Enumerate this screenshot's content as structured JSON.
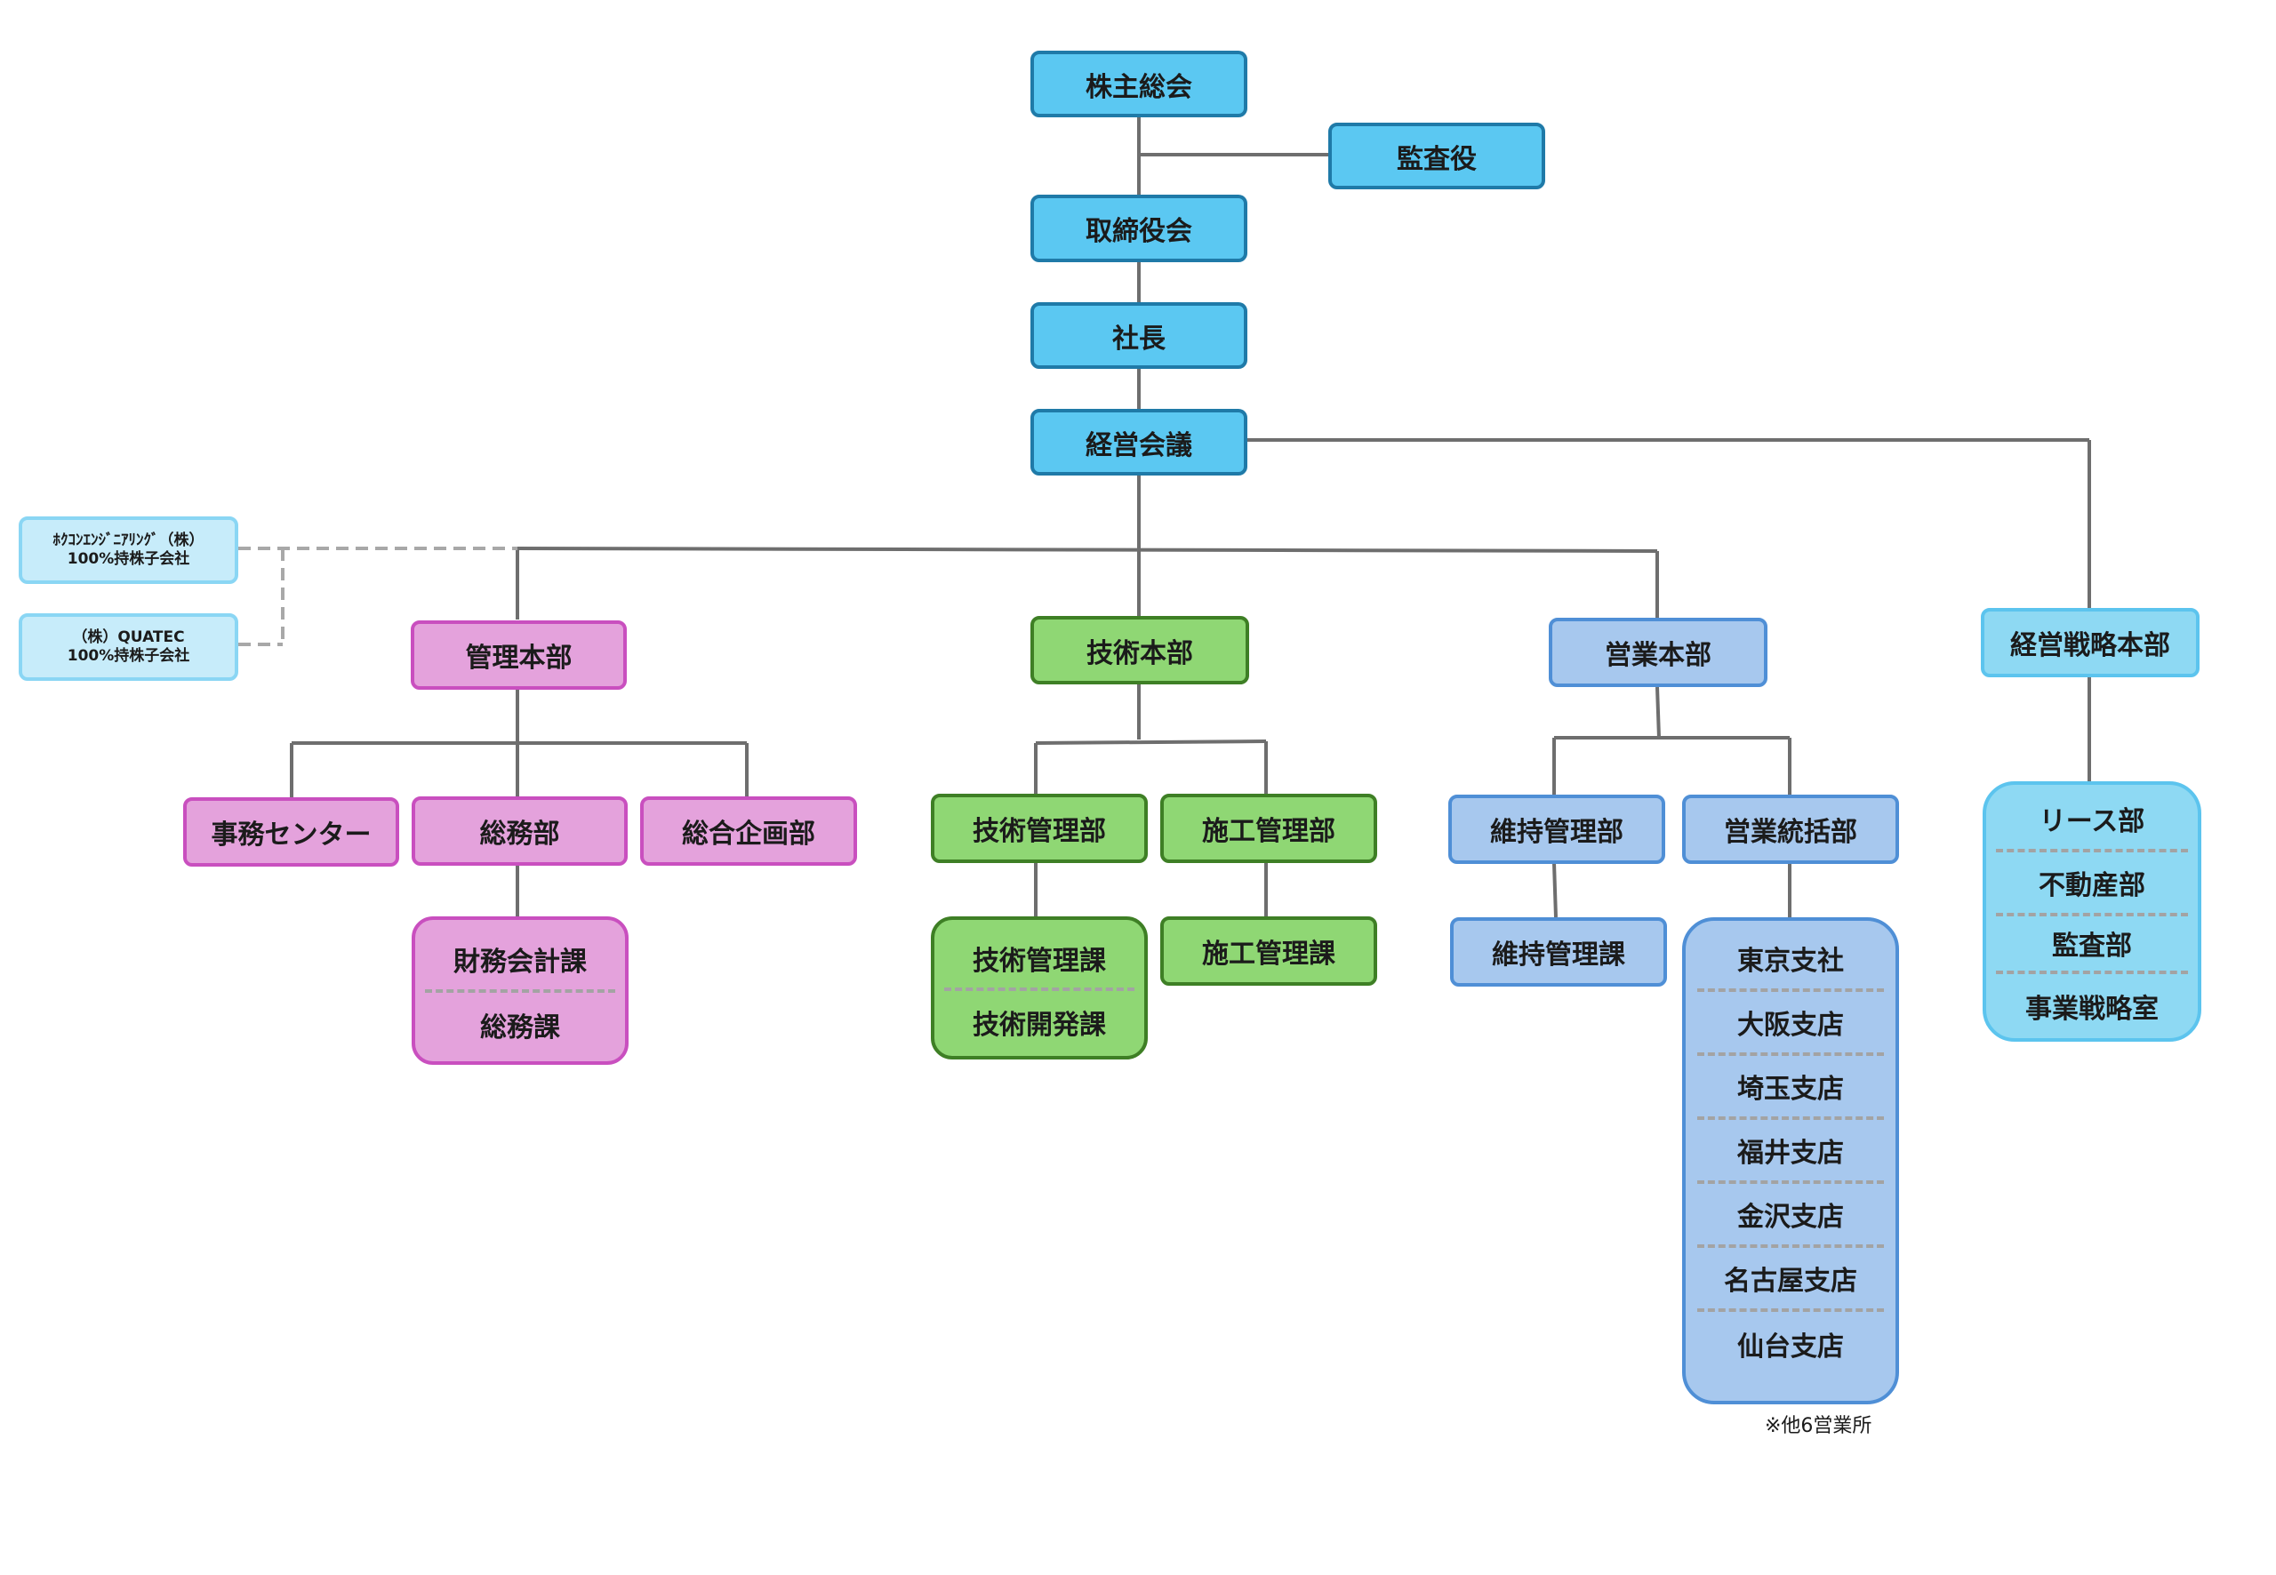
{
  "top": {
    "shareholders": "株主総会",
    "auditor": "監査役",
    "board": "取締役会",
    "president": "社長",
    "management_meeting": "経営会議"
  },
  "subsidiaries": [
    {
      "name": "ﾎｸｺﾝｴﾝｼﾞﾆｱﾘﾝｸﾞ（株）",
      "note": "100%持株子会社"
    },
    {
      "name": "（株）QUATEC",
      "note": "100%持株子会社"
    }
  ],
  "admin": {
    "title": "管理本部",
    "office_center": "事務センター",
    "general_affairs_dept": "総務部",
    "planning_dept": "総合企画部",
    "sections": [
      "財務会計課",
      "総務課"
    ]
  },
  "tech": {
    "title": "技術本部",
    "tech_mgmt_dept": "技術管理部",
    "construction_mgmt_dept": "施工管理部",
    "tech_sections": [
      "技術管理課",
      "技術開発課"
    ],
    "construction_section": "施工管理課"
  },
  "sales": {
    "title": "営業本部",
    "maintenance_dept": "維持管理部",
    "sales_control_dept": "営業統括部",
    "maintenance_section": "維持管理課",
    "branches": [
      "東京支社",
      "大阪支店",
      "埼玉支店",
      "福井支店",
      "金沢支店",
      "名古屋支店",
      "仙台支店"
    ],
    "branches_note": "※他6営業所"
  },
  "strategy": {
    "title": "経営戦略本部",
    "units": [
      "リース部",
      "不動産部",
      "監査部",
      "事業戦略室"
    ]
  },
  "colors": {
    "top_fill": "#5bc8f2",
    "admin_fill": "#e4a2dc",
    "tech_fill": "#8fd774",
    "sales_fill": "#a7c8ee",
    "strategy_fill": "#8ed9f3",
    "subsidiary_fill": "#c7ecfa",
    "connector": "#6e6e6e"
  }
}
